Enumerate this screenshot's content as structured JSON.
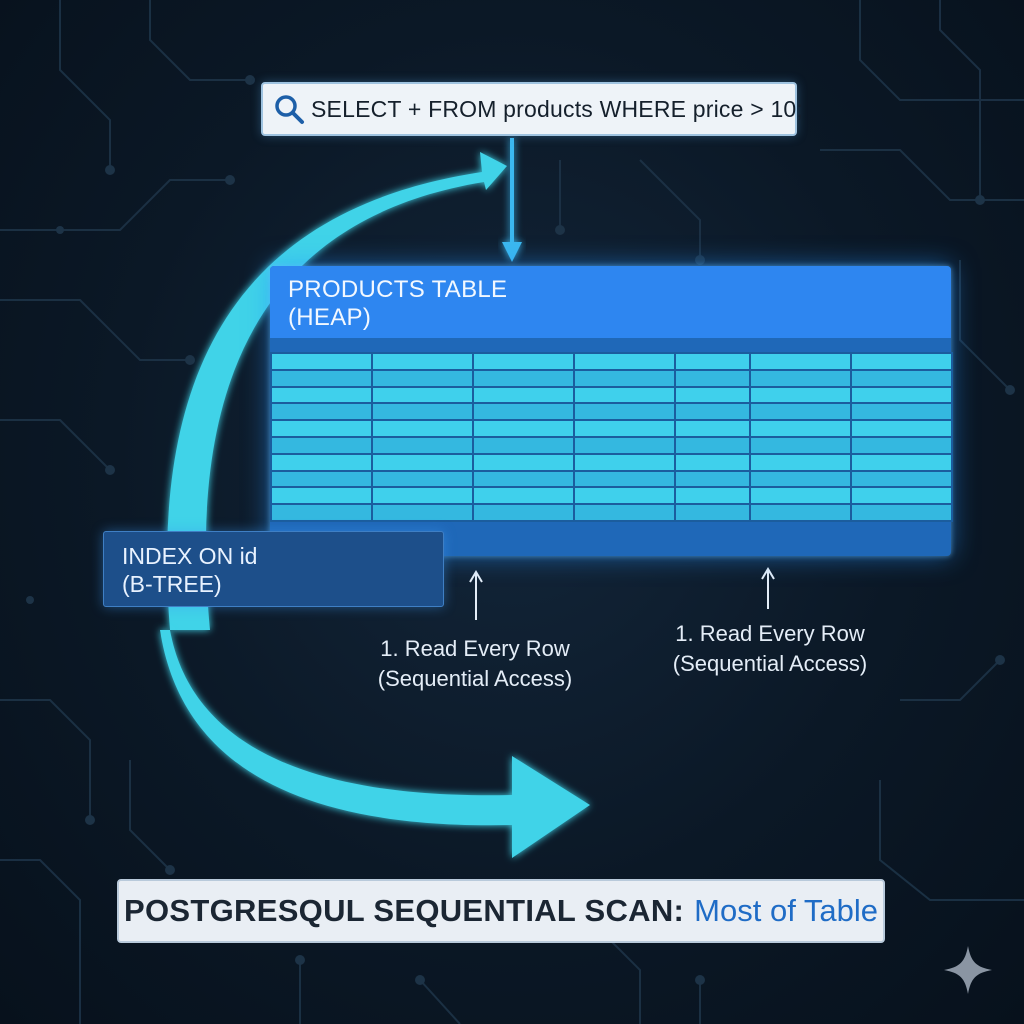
{
  "query": {
    "icon": "search-icon",
    "text": "SELECT + FROM products WHERE price > 10;"
  },
  "heap_table": {
    "title_line1": "PRODUCTS TABLE",
    "title_line2": "(HEAP)"
  },
  "index": {
    "title_line1": "INDEX ON id",
    "title_line2": "(B-TREE)"
  },
  "annotations": [
    {
      "line1": "1. Read Every Row",
      "line2": "(Sequential Access)"
    },
    {
      "line1": "1. Read Every Row",
      "line2": "(Sequential Access)"
    }
  ],
  "caption": {
    "main": "POSTGRESQUL SEQUENTIAL SCAN:",
    "accent": "Most of Table"
  },
  "colors": {
    "background": "#0b1826",
    "flow_arrow": "#3fd3e8",
    "table_header": "#2e86f0",
    "row_light": "#3fd0ec",
    "row_dark": "#34b8e0",
    "index_box": "#1d4f8a",
    "caption_accent": "#1f6cc6"
  },
  "decor": {
    "corner_mark": "sparkle-icon"
  }
}
